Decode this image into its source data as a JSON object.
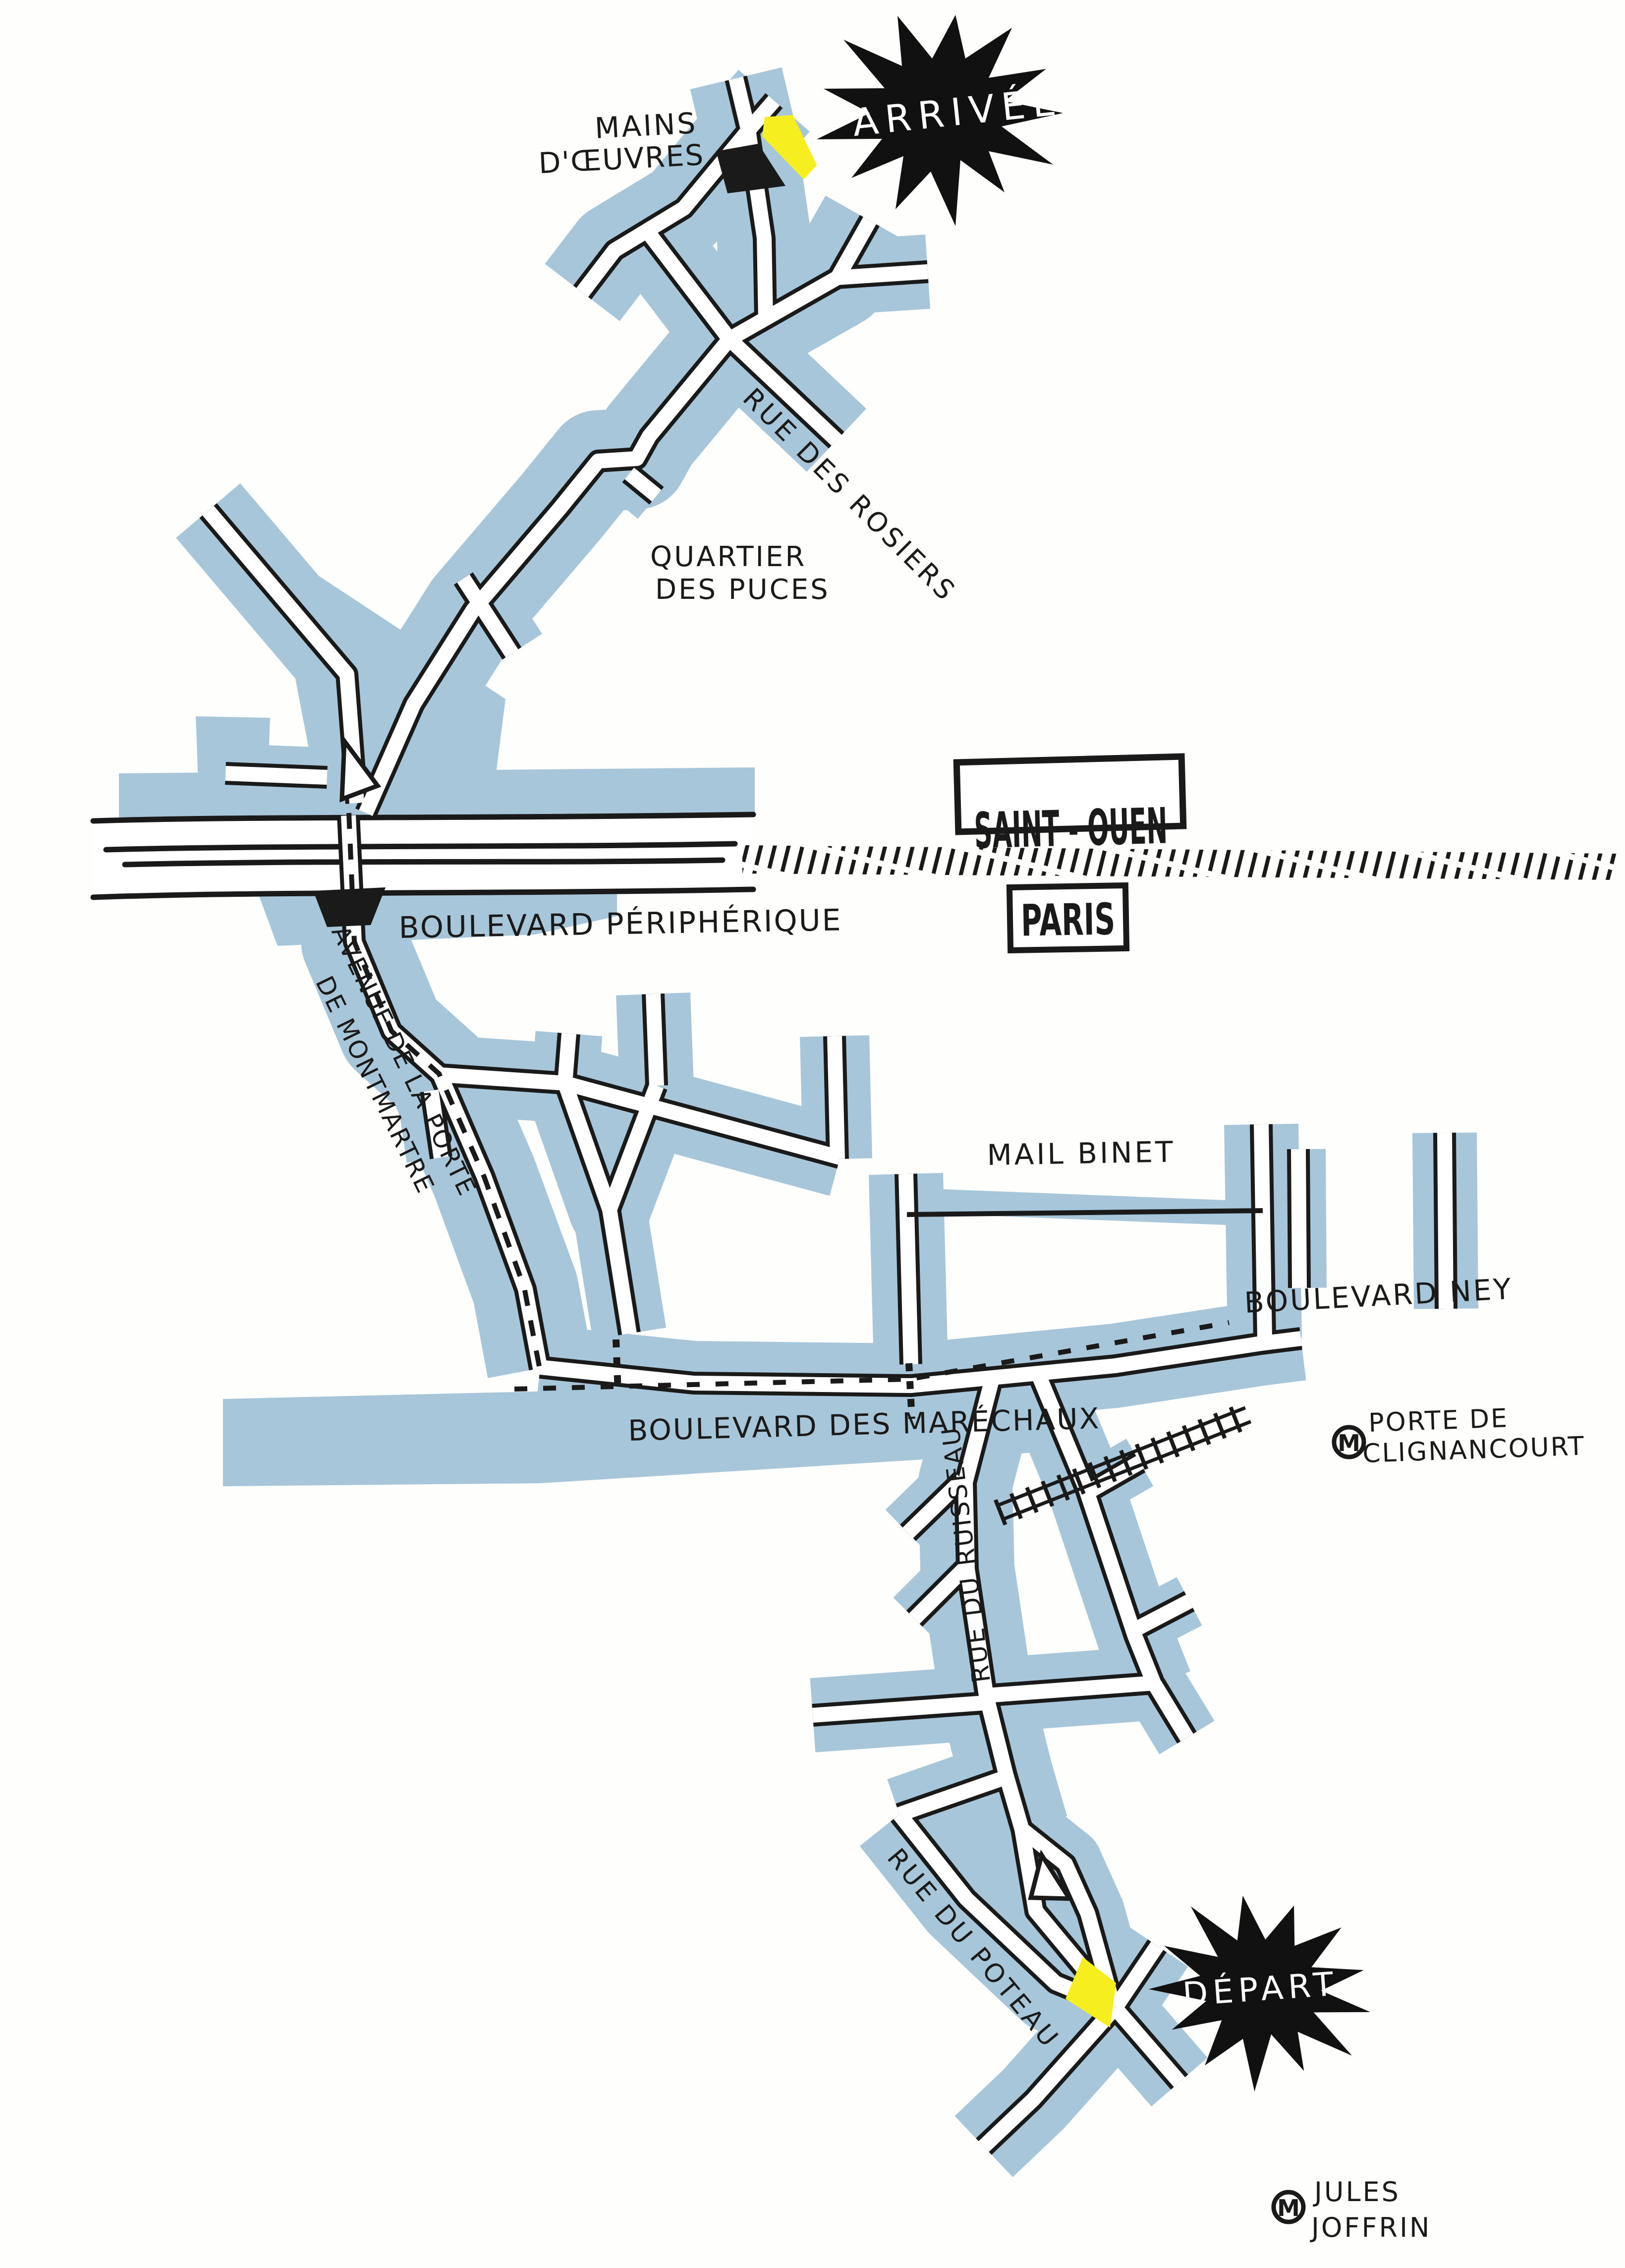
{
  "map": {
    "kind": "hand-drawn walking route map",
    "colors": {
      "street_band": "#a8c6d9",
      "highlight_yellow": "#f6ee1f",
      "ink": "#1a1a1a",
      "paper": "#fefefc"
    },
    "endpoints": {
      "arrivee": "ARRIVÉE",
      "depart": "DÉPART"
    },
    "places": {
      "mains_line1": "MAINS",
      "mains_line2": "D'ŒUVRES",
      "quartier_line1": "QUARTIER",
      "quartier_line2": "DES PUCES",
      "saint_ouen": "SAINT - OUEN",
      "paris": "PARIS",
      "mail_binet": "MAIL BINET"
    },
    "streets": {
      "rue_des_rosiers": "RUE DES ROSIERS",
      "peripherique": "BOULEVARD PÉRIPHÉRIQUE",
      "avenue_line1": "AVENUE DE LA PORTE",
      "avenue_line2": "DE MONTMARTRE",
      "ney": "BOULEVARD NEY",
      "marechaux": "BOULEVARD DES MARÉCHAUX",
      "ruisseau": "RUE DU RUISSEAU",
      "poteau": "RUE DU POTEAU"
    },
    "metro": {
      "symbol": "M",
      "clignancourt_line1": "PORTE DE",
      "clignancourt_line2": "CLIGNANCOURT",
      "joffrin_line1": "JULES",
      "joffrin_line2": "JOFFRIN"
    }
  }
}
